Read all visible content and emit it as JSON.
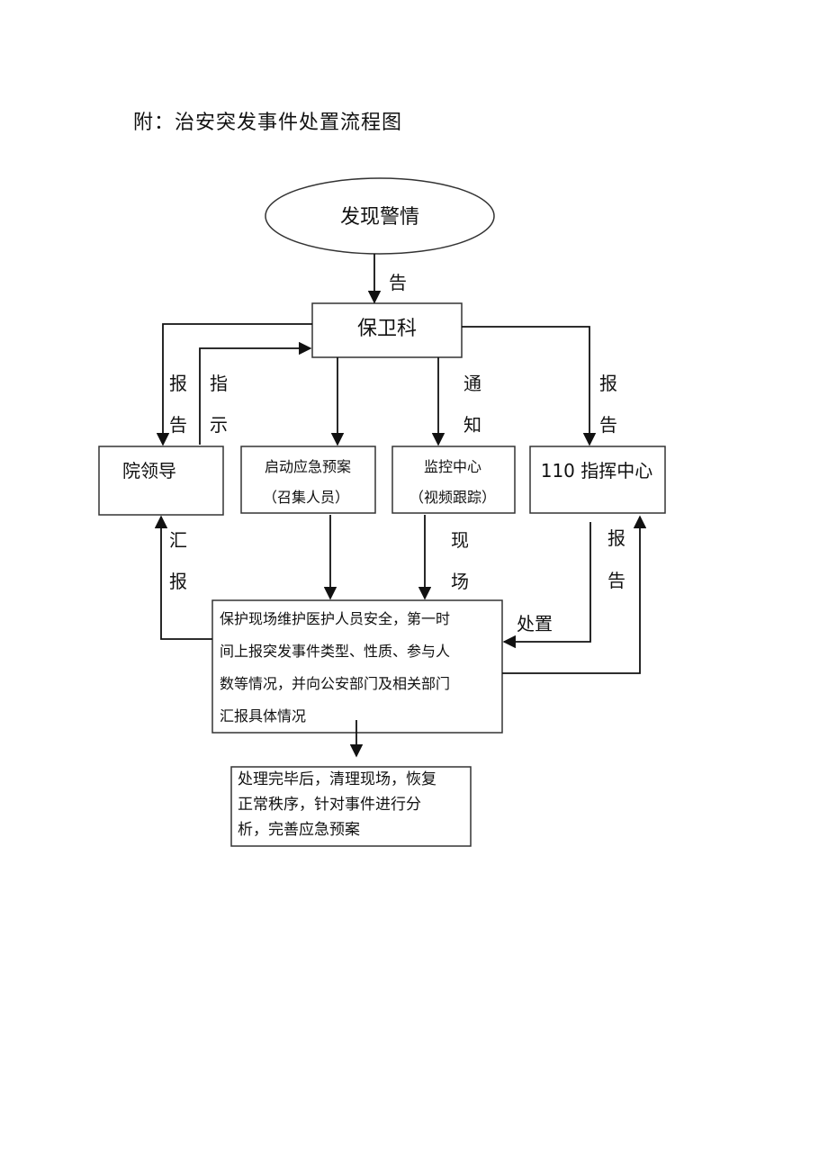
{
  "title": "附：治安突发事件处置流程图",
  "nodes": {
    "discover": "发现警情",
    "security": "保卫科",
    "leader": "院领导",
    "plan_line1": "启动应急预案",
    "plan_line2": "（召集人员）",
    "monitor_line1": "监控中心",
    "monitor_line2": "（视频跟踪）",
    "command": "110 指挥中心",
    "protect_lines": [
      "保护现场维护医护人员安全，第一时",
      "间上报突发事件类型、性质、参与人",
      "数等情况，并向公安部门及相关部门",
      "汇报具体情况"
    ],
    "finish_lines": [
      "处理完毕后，清理现场，恢复",
      "正常秩序，针对事件进行分",
      "析，完善应急预案"
    ]
  },
  "edge_labels": {
    "gao_top": "告",
    "report_left_1": "报",
    "report_left_2": "告",
    "instruct_1": "指",
    "instruct_2": "示",
    "notify_1": "通",
    "notify_2": "知",
    "report_right_1": "报",
    "report_right_2": "告",
    "summary_1": "汇",
    "summary_2": "报",
    "scene_1": "现",
    "scene_2": "场",
    "report_lower_1": "报",
    "report_lower_2": "告",
    "dispose": "处置"
  }
}
